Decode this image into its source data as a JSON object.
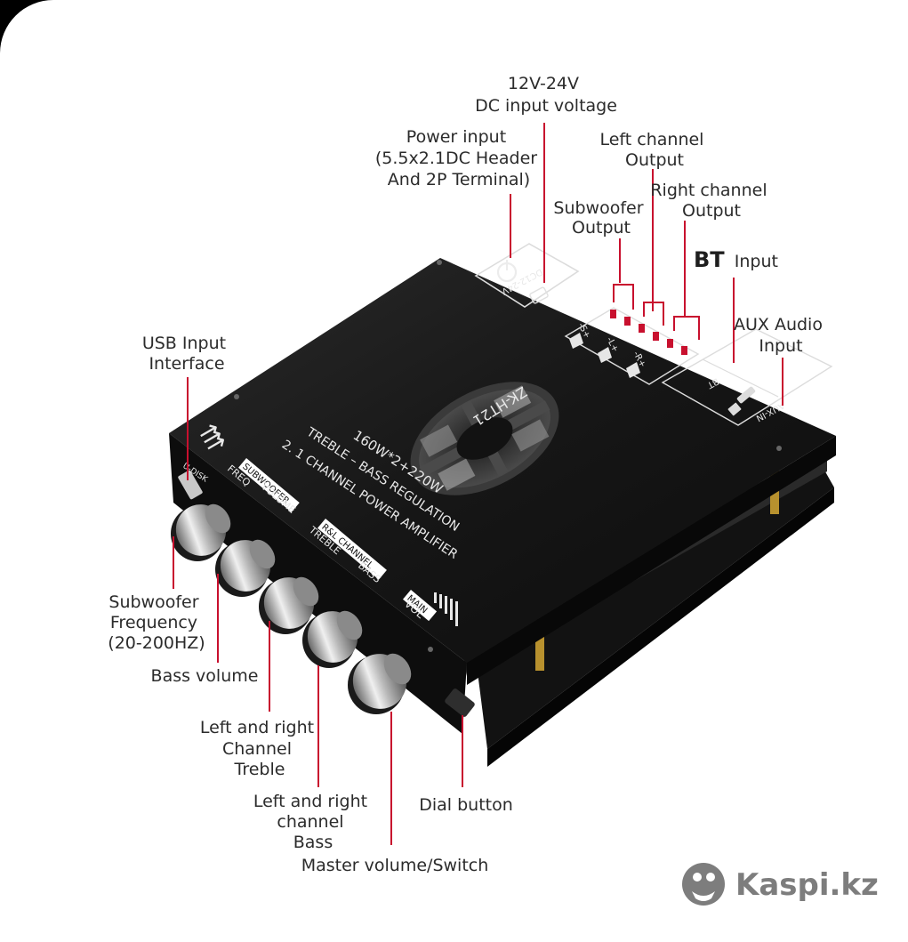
{
  "labels": {
    "dc_voltage": [
      "12V-24V",
      "DC input voltage"
    ],
    "power_input": [
      "Power input",
      "(5.5x2.1DC Header",
      "And 2P Terminal)"
    ],
    "left_output": [
      "Left channel",
      "Output"
    ],
    "right_output": [
      "Right channel",
      "Output"
    ],
    "sub_output": [
      "Subwoofer",
      "Output"
    ],
    "bt_input": {
      "bold": "BT",
      "text": "Input"
    },
    "aux_input": [
      "AUX Audio",
      "Input"
    ],
    "usb_input": [
      "USB Input",
      "Interface"
    ],
    "sub_freq": [
      "Subwoofer",
      "Frequency",
      "(20-200HZ)"
    ],
    "bass_volume": "Bass volume",
    "lr_treble": [
      "Left and right",
      "Channel",
      "Treble"
    ],
    "lr_bass": [
      "Left and right",
      "channel",
      "Bass"
    ],
    "dial_button": "Dial button",
    "master_volume": "Master volume/Switch"
  },
  "board": {
    "model": "ZK-HT21",
    "power_spec": "160W*2+220W",
    "line2": "TREBLE – BASS REGULATION",
    "line3": "2. 1 CHANNEL POWER AMPLIFIER",
    "knob_freq": "FREQ",
    "knob_volume": "VOLUME",
    "sub_box": "SUBWOOFER",
    "rl_box": "R&L CHANNEL",
    "knob_treble": "TREBLE",
    "knob_bass": "BASS",
    "main_box": "MAIN",
    "vol": "VOL",
    "dc_silk": "DC12-24V",
    "bt_silk": "BT",
    "aux_silk": "AUX-IN",
    "usb_silk": "U-DISK",
    "speaker_marks": [
      "-S+",
      "-L+",
      "-R+"
    ]
  },
  "watermark": "Kaspi.kz",
  "colors": {
    "pointer": "#c8102e",
    "board": "#141414",
    "card": "#ffffff"
  }
}
